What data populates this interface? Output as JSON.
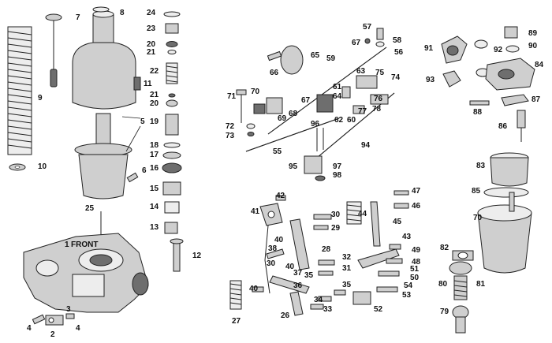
{
  "labels": {
    "l1": "1",
    "l1front": "FRONT",
    "l2": "2",
    "l3": "3",
    "l4a": "4",
    "l4b": "4",
    "l5": "5",
    "l6": "6",
    "l7": "7",
    "l8": "8",
    "l9": "9",
    "l10": "10",
    "l11": "11",
    "l12": "12",
    "l13": "13",
    "l14": "14",
    "l15": "15",
    "l16": "16",
    "l17": "17",
    "l18": "18",
    "l19": "19",
    "l20a": "20",
    "l20b": "20",
    "l21a": "21",
    "l21b": "21",
    "l22": "22",
    "l23": "23",
    "l24": "24",
    "l25": "25",
    "l26": "26",
    "l27": "27",
    "l28": "28",
    "l29": "29",
    "l30a": "30",
    "l30b": "30",
    "l31": "31",
    "l32": "32",
    "l33": "33",
    "l34": "34",
    "l35a": "35",
    "l35b": "35",
    "l36": "36",
    "l37": "37",
    "l38": "38",
    "l40a": "40",
    "l40b": "40",
    "l40c": "40",
    "l41": "41",
    "l42": "42",
    "l43": "43",
    "l44": "44",
    "l45": "45",
    "l46": "46",
    "l47": "47",
    "l48": "48",
    "l49": "49",
    "l50": "50",
    "l51": "51",
    "l52": "52",
    "l53": "53",
    "l54": "54",
    "l55": "55",
    "l56": "56",
    "l57": "57",
    "l58": "58",
    "l59": "59",
    "l60": "60",
    "l61": "61",
    "l62": "62",
    "l63": "63",
    "l64": "64",
    "l65": "65",
    "l66": "66",
    "l67a": "67",
    "l67b": "67",
    "l68": "68",
    "l69": "69",
    "l70a": "70",
    "l70b": "70",
    "l71": "71",
    "l72": "72",
    "l73": "73",
    "l74": "74",
    "l75": "75",
    "l76": "76",
    "l77": "77",
    "l78": "78",
    "l79": "79",
    "l80": "80",
    "l81": "81",
    "l82": "82",
    "l83": "83",
    "l84": "84",
    "l85": "85",
    "l86": "86",
    "l87": "87",
    "l88": "88",
    "l89": "89",
    "l90": "90",
    "l91": "91",
    "l92": "92",
    "l93": "93",
    "l94": "94",
    "l95": "95",
    "l96": "96",
    "l97": "97",
    "l98": "98"
  }
}
